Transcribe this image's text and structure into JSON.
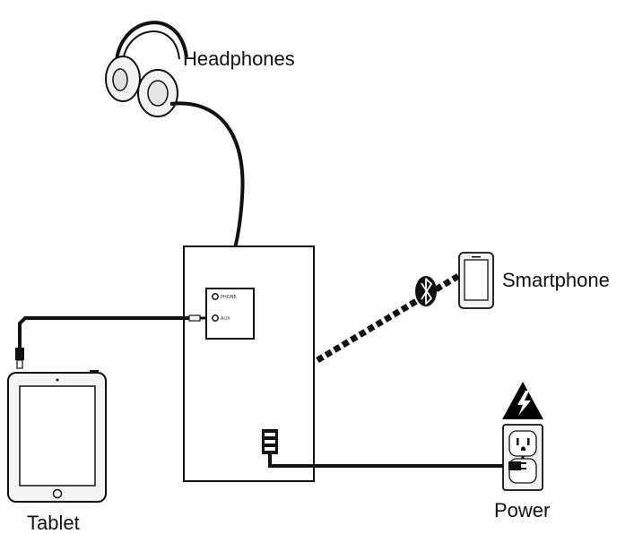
{
  "labels": {
    "headphones": "Headphones",
    "smartphone": "Smartphone",
    "tablet": "Tablet",
    "power": "Power"
  },
  "panel": {
    "jack_top": "PHONE",
    "jack_bottom": "AUX"
  },
  "colors": {
    "line": "#111111",
    "device_fill": "#f4f4f4",
    "warning_fill": "#000000"
  },
  "icons": {
    "headphones": "headphones-icon",
    "smartphone": "smartphone-icon",
    "tablet": "tablet-icon",
    "bluetooth": "bluetooth-icon",
    "outlet": "power-outlet-icon",
    "warning": "high-voltage-warning-icon"
  }
}
